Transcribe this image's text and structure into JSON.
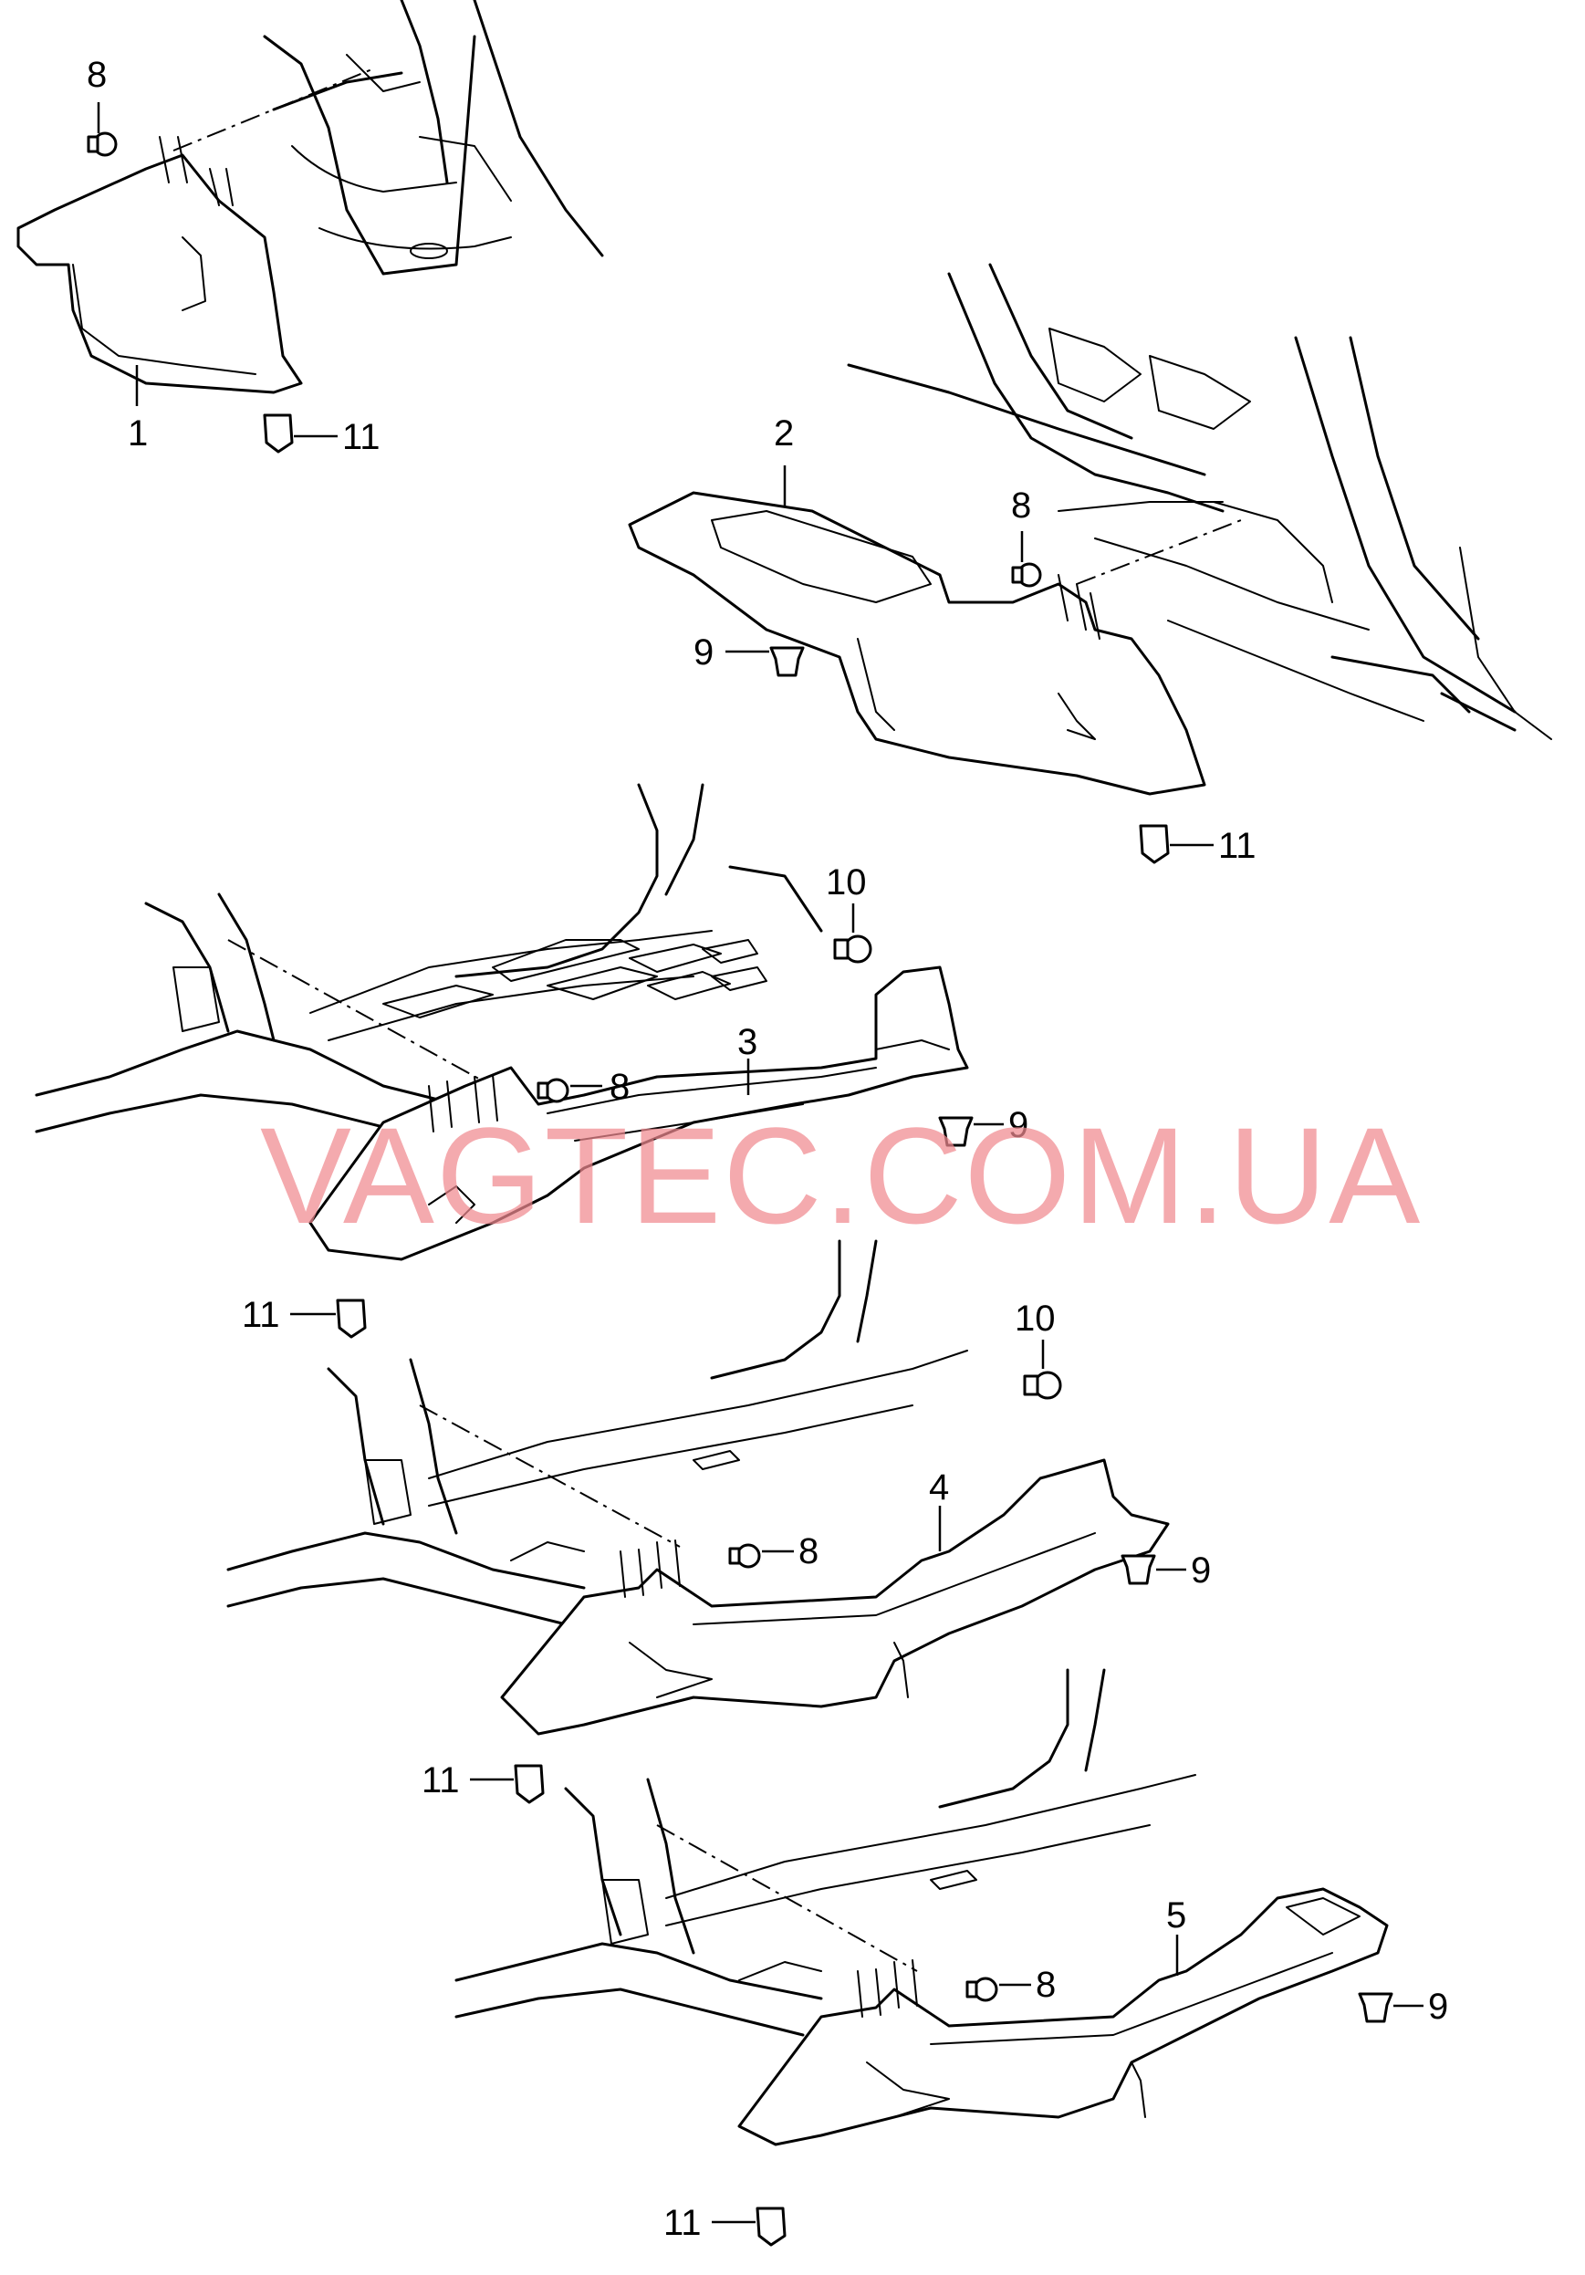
{
  "diagram": {
    "watermark": "VAGTEC.COM.UA",
    "callouts": {
      "c1": "1",
      "c2": "2",
      "c3": "3",
      "c4": "4",
      "c5": "5",
      "c8a": "8",
      "c8b": "8",
      "c8c": "8",
      "c8d": "8",
      "c8e": "8",
      "c9a": "9",
      "c9b": "9",
      "c9c": "9",
      "c9d": "9",
      "c10a": "10",
      "c10b": "10",
      "c11a": "11",
      "c11b": "11",
      "c11c": "11",
      "c11d": "11",
      "c11e": "11"
    }
  }
}
